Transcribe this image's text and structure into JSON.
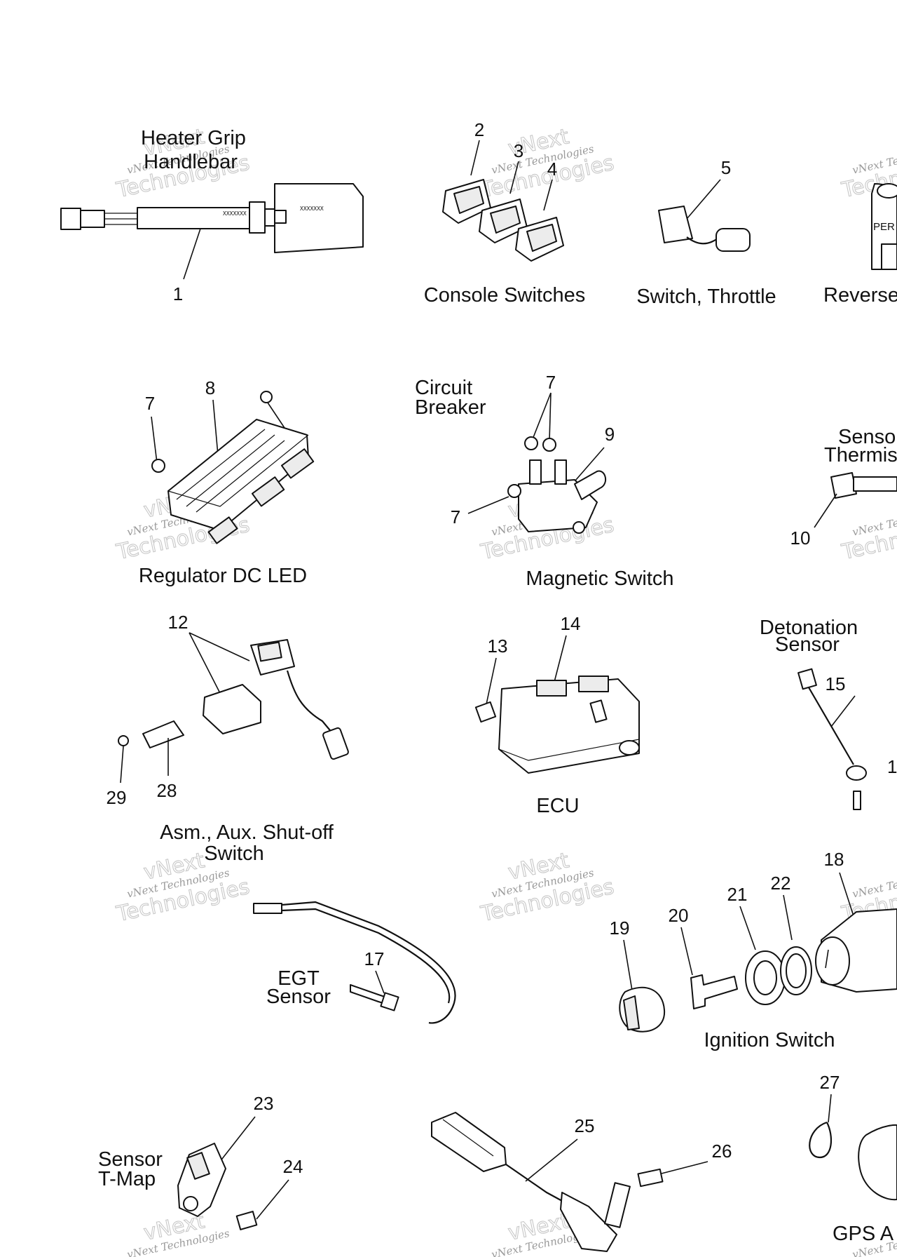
{
  "captions": {
    "heater_grip_line1": "Heater Grip",
    "heater_grip_line2": "Handlebar",
    "console_switches": "Console Switches",
    "switch_throttle": "Switch, Throttle",
    "reverse": "Reverse",
    "regulator": "Regulator DC LED",
    "circuit_breaker_line1": "Circuit",
    "circuit_breaker_line2": "Breaker",
    "magnetic_switch": "Magnetic Switch",
    "sensor_thermistor_line1": "Sensor",
    "sensor_thermistor_line2": "Thermistor",
    "detonation_line1": "Detonation",
    "detonation_line2": "Sensor",
    "ecu": "ECU",
    "aux_shutoff_line1": "Asm., Aux. Shut-off",
    "aux_shutoff_line2": "Switch",
    "egt_line1": "EGT",
    "egt_line2": "Sensor",
    "ignition_switch": "Ignition Switch",
    "tmap_line1": "Sensor",
    "tmap_line2": "T-Map",
    "gps": "GPS A"
  },
  "callouts": {
    "c1": "1",
    "c2": "2",
    "c3": "3",
    "c4": "4",
    "c5": "5",
    "c7a": "7",
    "c7b": "7",
    "c7c": "7",
    "c8": "8",
    "c9": "9",
    "c10": "10",
    "c12": "12",
    "c13": "13",
    "c14": "14",
    "c15": "15",
    "c16": "1",
    "c17": "17",
    "c18": "18",
    "c19": "19",
    "c20": "20",
    "c21": "21",
    "c22": "22",
    "c23": "23",
    "c24": "24",
    "c25": "25",
    "c26": "26",
    "c27": "27",
    "c28": "28",
    "c29": "29"
  },
  "part_text": {
    "grip_code_a": "XXXXXXX",
    "grip_code_b": "XXXXXXX",
    "reverse_badge": "PER"
  },
  "watermark": {
    "line1": "vNext Technologies",
    "line2": "Technologies",
    "top": "vNext"
  }
}
